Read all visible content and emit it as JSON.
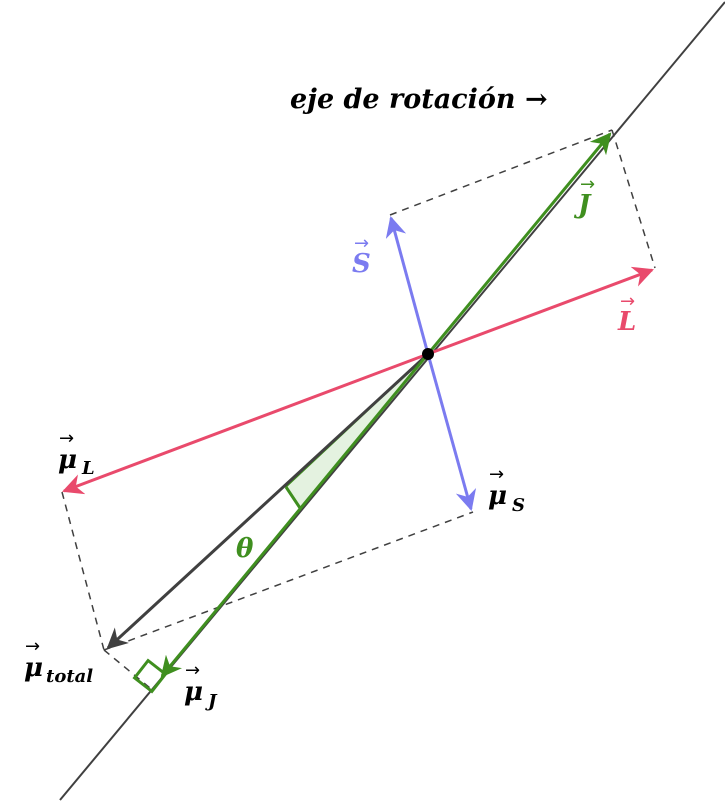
{
  "axis_label": "eje de rotación",
  "axis_arrow": "→",
  "vectors": {
    "J": {
      "symbol": "J",
      "color": "#3f8f1f"
    },
    "L": {
      "symbol": "L",
      "color": "#e94a6c"
    },
    "S": {
      "symbol": "S",
      "color": "#7b7bf0"
    },
    "mu_L": {
      "symbol": "μ",
      "subscript": "L",
      "color": "#000000"
    },
    "mu_S": {
      "symbol": "μ",
      "subscript": "S",
      "color": "#000000"
    },
    "mu_J": {
      "symbol": "μ",
      "subscript": "J",
      "color": "#000000"
    },
    "mu_total": {
      "symbol": "μ",
      "subscript": "total",
      "color": "#000000"
    }
  },
  "angle_label": "θ",
  "colors": {
    "axis": "#404040",
    "J": "#3f8f1f",
    "L": "#e94a6c",
    "S": "#7b7bf0",
    "mu_total": "#404040",
    "angle_fill": "#e4f2e0",
    "dashed": "#404040"
  }
}
